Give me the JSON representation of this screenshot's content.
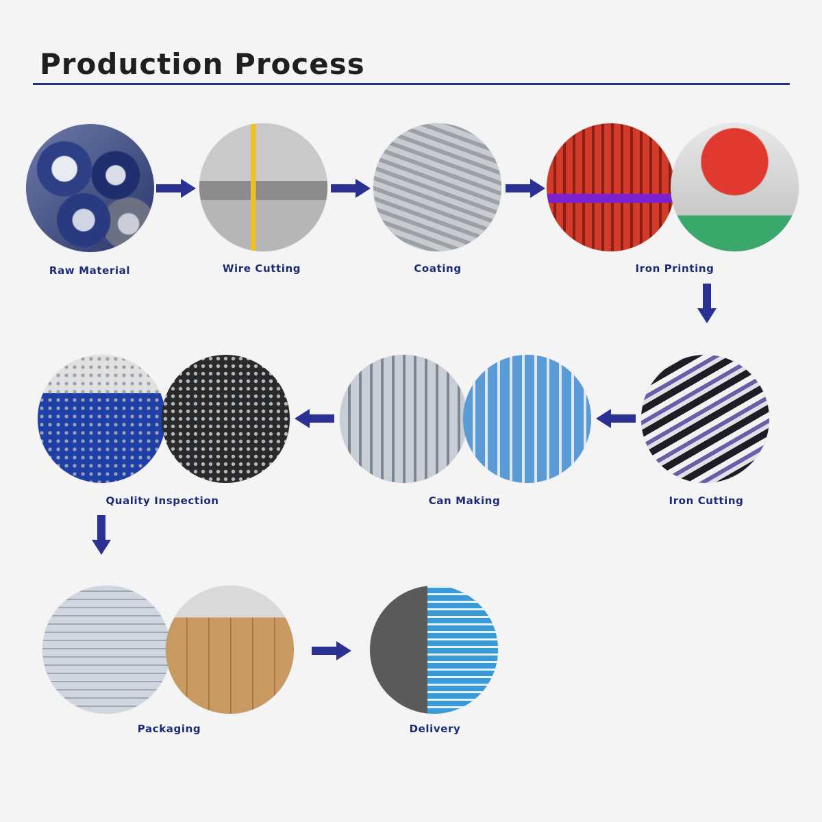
{
  "header": {
    "title": "Production Process"
  },
  "colors": {
    "accent": "#2a2f86",
    "label": "#1c2a73",
    "arrow": "#2b3192"
  },
  "steps": [
    {
      "label": "Raw Material"
    },
    {
      "label": "Wire Cutting"
    },
    {
      "label": "Coating"
    },
    {
      "label": "Iron Printing"
    },
    {
      "label": "Iron Cutting"
    },
    {
      "label": "Can Making"
    },
    {
      "label": "Quality Inspection"
    },
    {
      "label": "Packaging"
    },
    {
      "label": "Delivery"
    }
  ]
}
